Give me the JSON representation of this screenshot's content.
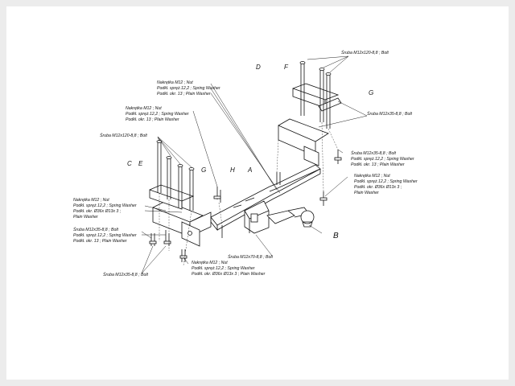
{
  "diagram": {
    "part_letters": {
      "A": "A",
      "B": "B",
      "C": "C",
      "D": "D",
      "E": "E",
      "F": "F",
      "G": "G",
      "H": "H"
    },
    "labels": {
      "bolt_top_right": "Śruba M12x120-8,8 ;  Bolt",
      "bolt_mid_right": "Śruba M12x35-8,8 ;  Bolt",
      "nut_top_center": [
        "Nakrętka  M12 ;  Nut",
        "Podkł. spręż.12,2 ; Spring Washer",
        "Podkł. okr. 13 ; Plain Washer"
      ],
      "nut_upper_left": [
        "Nakrętka  M12 ; Nut",
        "Podkł. spręż.12,2 ; Spring Washer",
        "Podkł. okr. 13 ; Plain Washer"
      ],
      "bolt_left_120": "Śruba M12x120-8,8 ;  Bolt",
      "right_bolt_group": [
        "Śruba M12x35-8,8 ;  Bolt",
        "Podkł. spręż.12,2 ; Spring Washer",
        "Podkł. okr. 13 ; Plain Washer"
      ],
      "right_nut_group": [
        "Nakrętka  M12 ;  Nut",
        "Podkł. spręż.12,2 ; Spring Washer",
        "Podkł. okr. Ø36x Ø13x 3 ;",
        "Plain Washer"
      ],
      "left_nut_group": [
        "Nakrętka  M12 ;  Nut",
        "Podkł. spręż.12,2 ; Spring Washer",
        "Podkł. okr. Ø36x Ø13x 3 ;",
        "Plain Washer"
      ],
      "left_bolt_group": [
        "Śruba M12x35-8,8 ;  Bolt",
        "Podkł. spręż.12,2 ; Spring Washer",
        "Podkł. okr. 13 ; Plain Washer"
      ],
      "bolt_center_70": "Śruba M12x70-8,8 ;  Bolt",
      "bolt_bottom_left": "Śruba M12x35-8,8 ;  Bolt",
      "nut_bottom_center": [
        "Nakrętka  M12 ;  Nut",
        "Podkł. spręż.12,2 ; Spring Washer",
        "Podkł. okr. Ø36x Ø13x 3 ; Plain Washer"
      ]
    }
  }
}
